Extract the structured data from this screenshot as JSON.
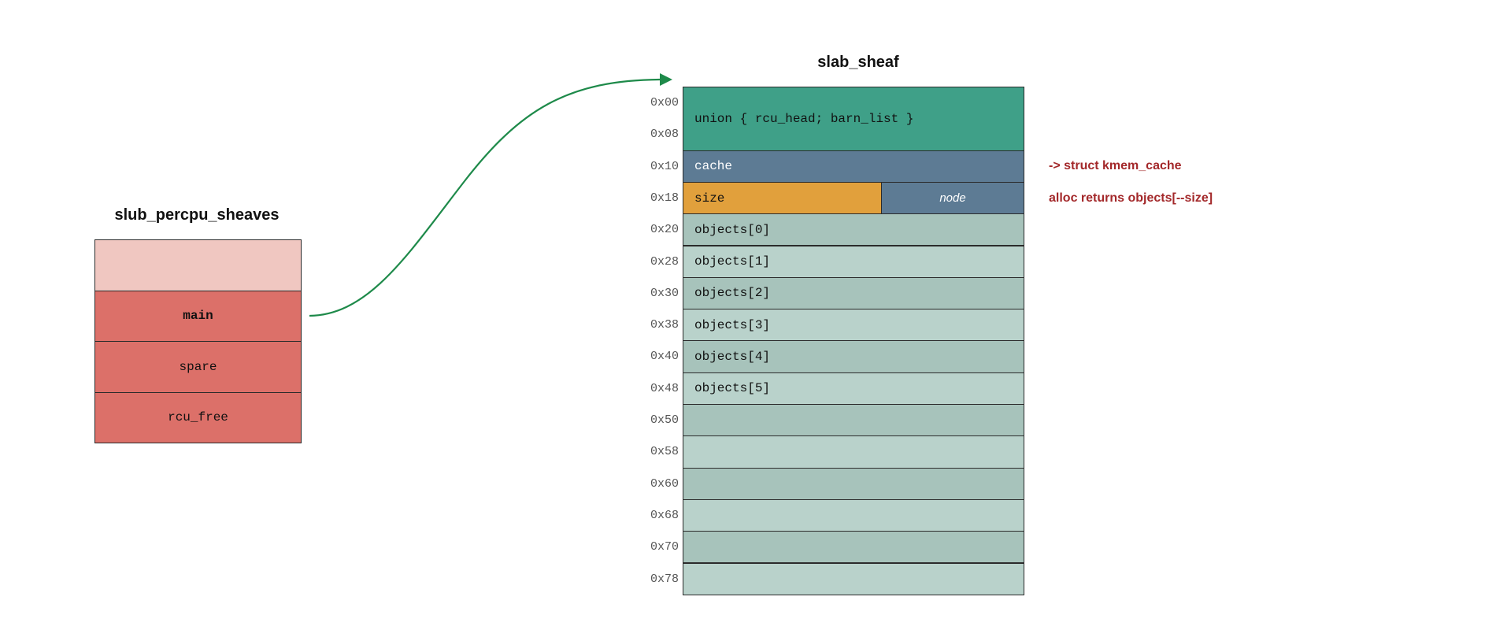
{
  "left": {
    "title": "slub_percpu_sheaves",
    "cells": [
      {
        "label": "",
        "color": "#f0c7c1",
        "bold": false
      },
      {
        "label": "main",
        "color": "#dc7069",
        "bold": true
      },
      {
        "label": "spare",
        "color": "#dc7069",
        "bold": false
      },
      {
        "label": "rcu_free",
        "color": "#dc7069",
        "bold": false
      }
    ]
  },
  "right": {
    "title": "slab_sheaf",
    "offsets": [
      "0x00",
      "0x08",
      "0x10",
      "0x18",
      "0x20",
      "0x28",
      "0x30",
      "0x38",
      "0x40",
      "0x48",
      "0x50",
      "0x58",
      "0x60",
      "0x68",
      "0x70",
      "0x78"
    ],
    "union_label": "union { rcu_head; barn_list }",
    "cache_label": "cache",
    "size_label": "size",
    "node_label": "node",
    "objects": [
      "objects[0]",
      "objects[1]",
      "objects[2]",
      "objects[3]",
      "objects[4]",
      "objects[5]",
      "",
      "",
      "",
      "",
      "",
      ""
    ]
  },
  "notes": {
    "cache_note": "-> struct kmem_cache",
    "size_note": "alloc returns objects[--size]"
  },
  "colors": {
    "union": "#3fa088",
    "cache": "#5d7b94",
    "size": "#e1a03c",
    "node": "#5d7b94",
    "object_dark": "#a7c3bb",
    "object_light": "#b9d2cb",
    "arrow": "#1e8a4a",
    "note": "#a3282a"
  }
}
